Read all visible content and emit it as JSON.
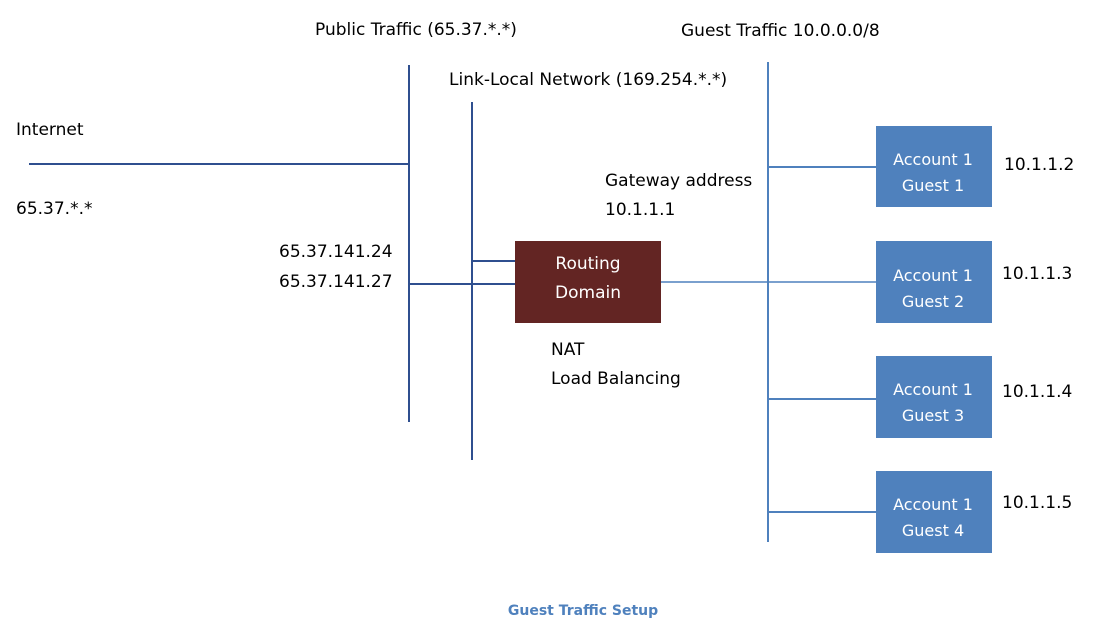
{
  "colors": {
    "dark_line": "#2f4f8f",
    "light_line": "#4f81bd",
    "guest_box": "#4f81bd",
    "routing_box": "#632523",
    "caption": "#4f81bd"
  },
  "labels": {
    "public_traffic": "Public Traffic (65.37.*.*)",
    "guest_traffic": "Guest Traffic 10.0.0.0/8",
    "link_local": "Link-Local Network (169.254.*.*)",
    "internet": "Internet",
    "internet_range": "65.37.*.*",
    "public_ip_1": "65.37.141.24",
    "public_ip_2": "65.37.141.27",
    "gateway_title": "Gateway address",
    "gateway_ip": "10.1.1.1",
    "routing_line1": "Routing",
    "routing_line2": "Domain",
    "service_nat": "NAT",
    "service_lb": "Load Balancing"
  },
  "guests": [
    {
      "account": "Account 1",
      "guest": "Guest 1",
      "ip": "10.1.1.2"
    },
    {
      "account": "Account 1",
      "guest": "Guest 2",
      "ip": "10.1.1.3"
    },
    {
      "account": "Account 1",
      "guest": "Guest 3",
      "ip": "10.1.1.4"
    },
    {
      "account": "Account 1",
      "guest": "Guest 4",
      "ip": "10.1.1.5"
    }
  ],
  "caption": "Guest Traffic Setup"
}
